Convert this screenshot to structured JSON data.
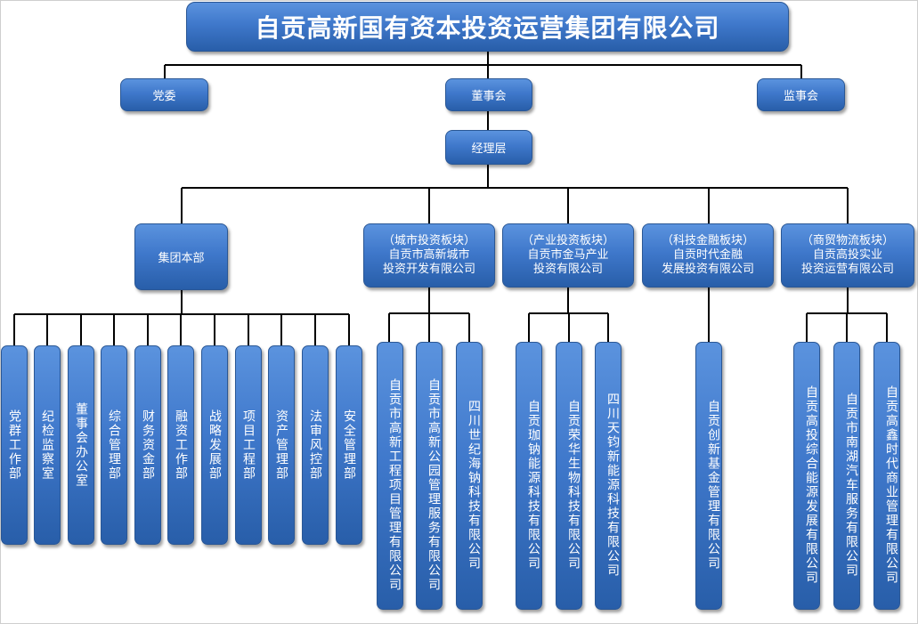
{
  "top": {
    "title": "自贡高新国有资本投资运营集团有限公司",
    "party": "党委",
    "board": "董事会",
    "supervisory": "监事会",
    "management": "经理层"
  },
  "hq": {
    "label": "集团本部",
    "departments": [
      "党群工作部",
      "纪检监察室",
      "董事会办公室",
      "综合管理部",
      "财务资金部",
      "融资工作部",
      "战略发展部",
      "项目工程部",
      "资产管理部",
      "法审风控部",
      "安全管理部"
    ]
  },
  "sectors": [
    {
      "sector": "（城市投资板块）",
      "company_line1": "自贡市高新城市",
      "company_line2": "投资开发有限公司",
      "subsidiaries": [
        "自贡市高新工程项目管理有限公司",
        "自贡市高新公园管理服务有限公司",
        "四川世纪海钠科技有限公司"
      ]
    },
    {
      "sector": "（产业投资板块）",
      "company_line1": "自贡市金马产业",
      "company_line2": "投资有限公司",
      "subsidiaries": [
        "自贡珈钠能源科技有限公司",
        "自贡荣华生物科技有限公司",
        "四川天钧新能源科技有限公司"
      ]
    },
    {
      "sector": "（科技金融板块）",
      "company_line1": "自贡时代金融",
      "company_line2": "发展投资有限公司",
      "subsidiaries": [
        "自贡创新基金管理有限公司"
      ]
    },
    {
      "sector": "（商贸物流板块）",
      "company_line1": "自贡高投实业",
      "company_line2": "投资运营有限公司",
      "subsidiaries": [
        "自贡高投综合能源发展有限公司",
        "自贡市南湖汽车服务有限公司",
        "自贡高鑫时代商业管理有限公司"
      ]
    }
  ]
}
